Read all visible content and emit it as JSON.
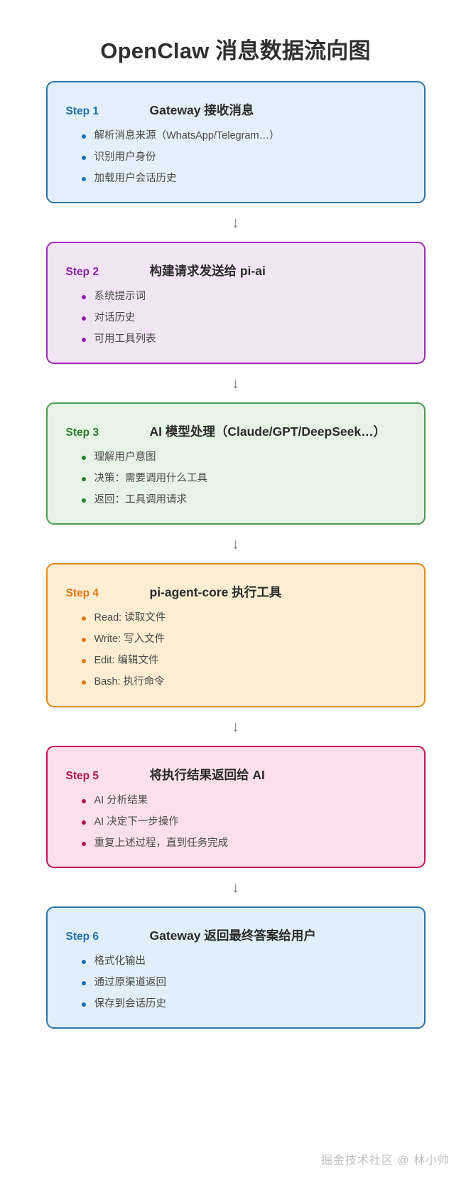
{
  "title": "OpenClaw 消息数据流向图",
  "arrow_glyph": "↓",
  "watermark": "掘金技术社区 @ 林小帅",
  "steps": [
    {
      "label": "Step 1",
      "title": "Gateway 接收消息",
      "border_color": "#2E74A8",
      "fill_color": "#E3F0FB",
      "accent_color": "#1F6FB2",
      "bullets": [
        "解析消息来源（WhatsApp/Telegram…）",
        "识别用户身份",
        "加载用户会话历史"
      ]
    },
    {
      "label": "Step 2",
      "title": "构建请求发送给 pi-ai",
      "border_color": "#9B30B5",
      "fill_color": "#F3E4F5",
      "accent_color": "#8A1FA8",
      "bullets": [
        "系统提示词",
        "对话历史",
        "可用工具列表"
      ]
    },
    {
      "label": "Step 3",
      "title": "AI 模型处理（Claude/GPT/DeepSeek…）",
      "border_color": "#4C9A52",
      "fill_color": "#E6F4E6",
      "accent_color": "#2E7D32",
      "bullets": [
        "理解用户意图",
        "决策：需要调用什么工具",
        "返回：工具调用请求"
      ]
    },
    {
      "label": "Step 4",
      "title": "pi-agent-core 执行工具",
      "border_color": "#E08A18",
      "fill_color": "#FDEDD3",
      "accent_color": "#E07A12",
      "bullets": [
        "Read: 读取文件",
        "Write: 写入文件",
        "Edit: 编辑文件",
        "Bash: 执行命令"
      ]
    },
    {
      "label": "Step 5",
      "title": "将执行结果返回给 AI",
      "border_color": "#C2185B",
      "fill_color": "#FBE0EB",
      "accent_color": "#B0134F",
      "bullets": [
        "AI 分析结果",
        "AI 决定下一步操作",
        "重复上述过程，直到任务完成"
      ]
    },
    {
      "label": "Step 6",
      "title": "Gateway 返回最终答案给用户",
      "border_color": "#2E74A8",
      "fill_color": "#E0EFFA",
      "accent_color": "#1F6FB2",
      "bullets": [
        "格式化输出",
        "通过原渠道返回",
        "保存到会话历史"
      ]
    }
  ]
}
